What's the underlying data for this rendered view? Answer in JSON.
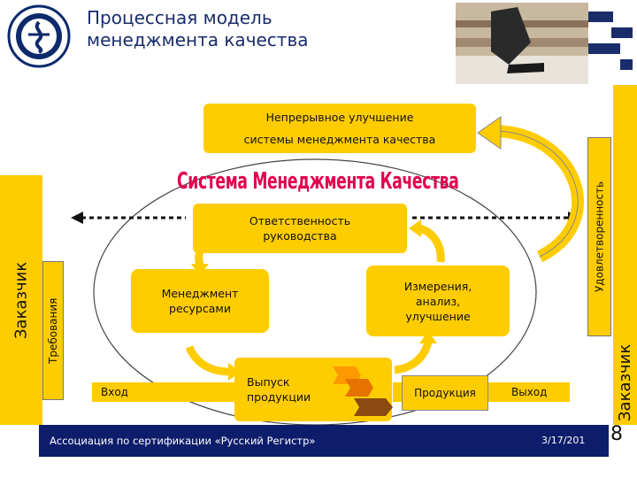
{
  "title_line1": "Процессная модель",
  "title_line2": "менеджмента качества",
  "system_title": "Система Менеджмента Качества",
  "continuous_line1": "Непрерывное улучшение",
  "continuous_line2": "системы менеджмента качества",
  "responsibility_line1": "Ответственность",
  "responsibility_line2": "руководства",
  "resource_line1": "Менеджмент",
  "resource_line2": "ресурсами",
  "measurement_line1": "Измерения,",
  "measurement_line2": "анализ,",
  "measurement_line3": "улучшение",
  "production_line1": "Выпуск",
  "production_line2": "продукции",
  "product_label": "Продукция",
  "input_label": "Вход",
  "output_label": "Выход",
  "customer_left": "Заказчик",
  "requirements": "Требования",
  "customer_right": "Заказчик",
  "satisfaction": "Удовлетворенность",
  "footer_org": "Ассоциация по сертификации «Русский Регистр»",
  "footer_date": "3/17/201",
  "page_number": "8",
  "colors": {
    "accent": "#ffcc00",
    "navy": "#0d1d6b",
    "magenta": "#e0004f",
    "title": "#1a2d6b"
  }
}
